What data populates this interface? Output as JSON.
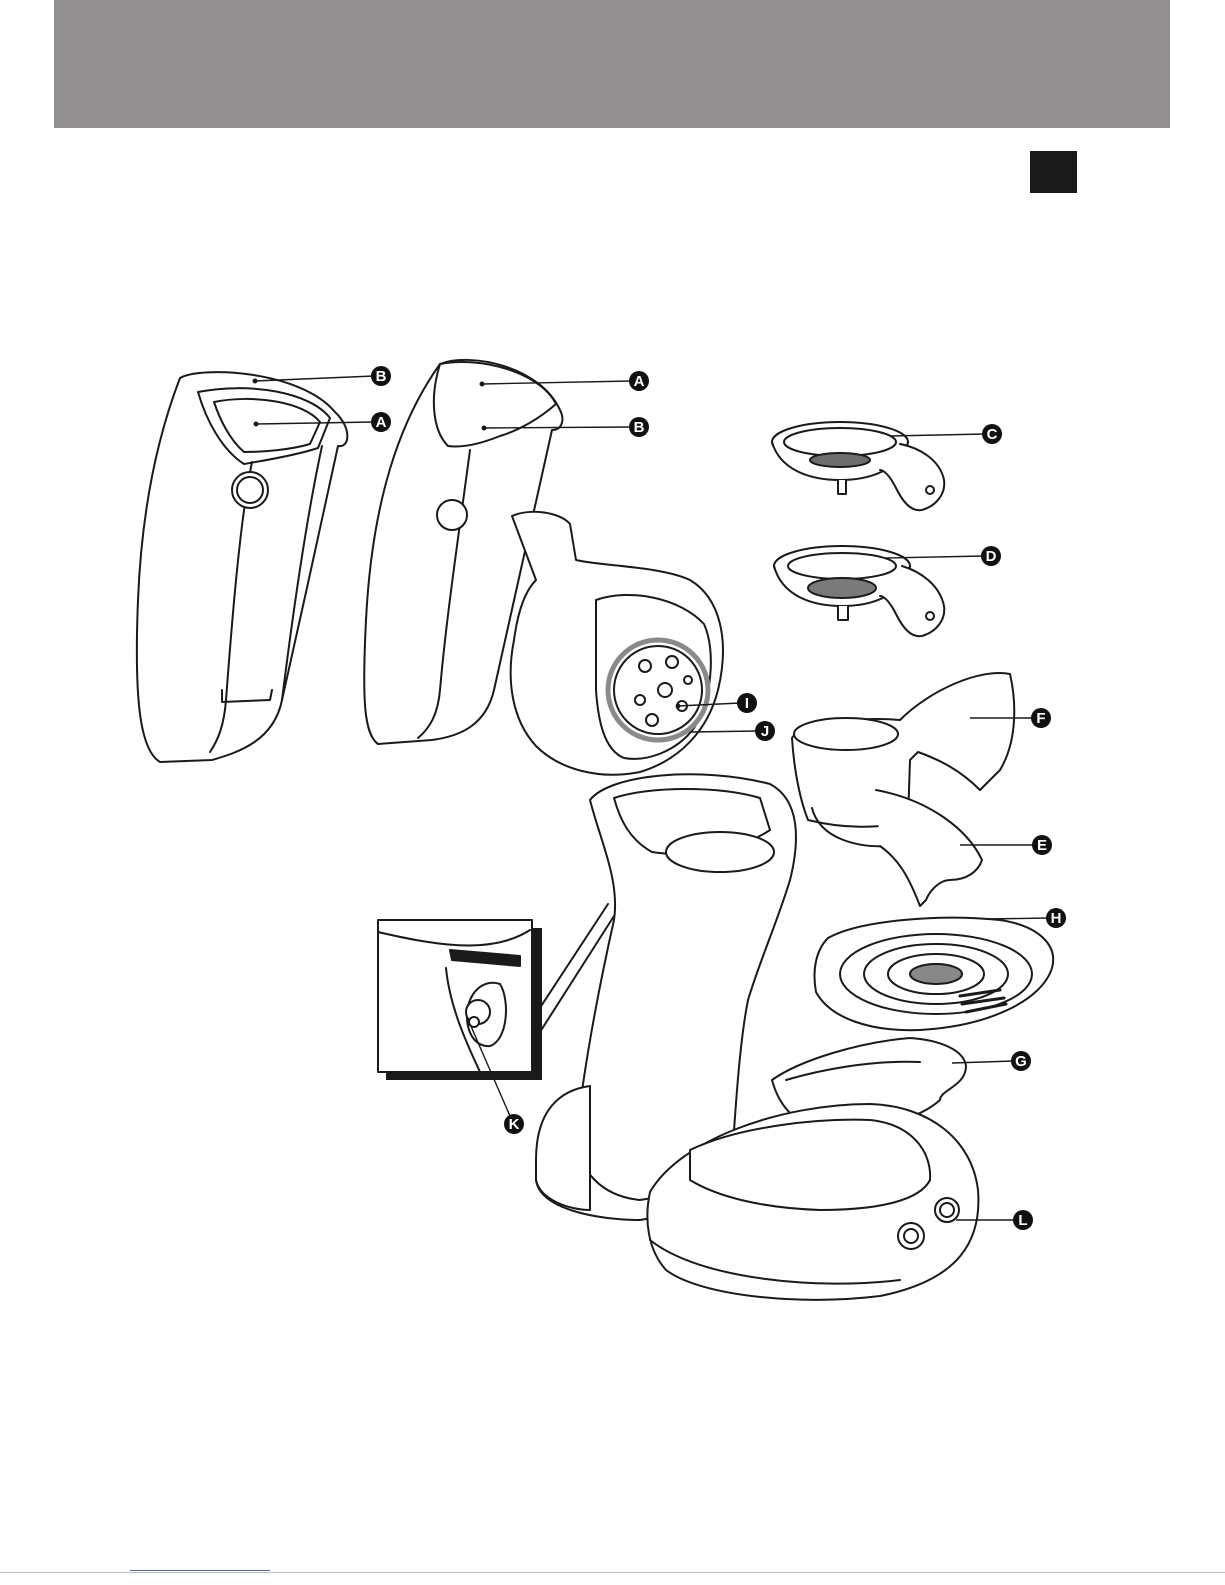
{
  "header": {
    "band_color": "#918f90"
  },
  "language_tab": {
    "color": "#1a1a1a"
  },
  "diagram": {
    "parts": [
      {
        "id": "panel-left",
        "name": "side-panel-left"
      },
      {
        "id": "panel-right",
        "name": "side-panel-right"
      },
      {
        "id": "pod-holder-1",
        "name": "pod-holder-one-cup"
      },
      {
        "id": "pod-holder-2",
        "name": "pod-holder-two-cup"
      },
      {
        "id": "spout",
        "name": "coffee-spout"
      },
      {
        "id": "drip-tray-grid",
        "name": "drip-tray-grid"
      },
      {
        "id": "drip-tray",
        "name": "drip-tray"
      },
      {
        "id": "machine-base",
        "name": "machine-base"
      },
      {
        "id": "water-reservoir-column",
        "name": "water-reservoir"
      },
      {
        "id": "lid",
        "name": "lid"
      },
      {
        "id": "detail-inset",
        "name": "detail-inset"
      }
    ],
    "callouts": [
      {
        "id": "B1",
        "label": "B"
      },
      {
        "id": "A1",
        "label": "A"
      },
      {
        "id": "A2",
        "label": "A"
      },
      {
        "id": "B2",
        "label": "B"
      },
      {
        "id": "C",
        "label": "C"
      },
      {
        "id": "D",
        "label": "D"
      },
      {
        "id": "I",
        "label": "I"
      },
      {
        "id": "J",
        "label": "J"
      },
      {
        "id": "F",
        "label": "F"
      },
      {
        "id": "E",
        "label": "E"
      },
      {
        "id": "H",
        "label": "H"
      },
      {
        "id": "G",
        "label": "G"
      },
      {
        "id": "K",
        "label": "K"
      },
      {
        "id": "L",
        "label": "L"
      }
    ]
  }
}
